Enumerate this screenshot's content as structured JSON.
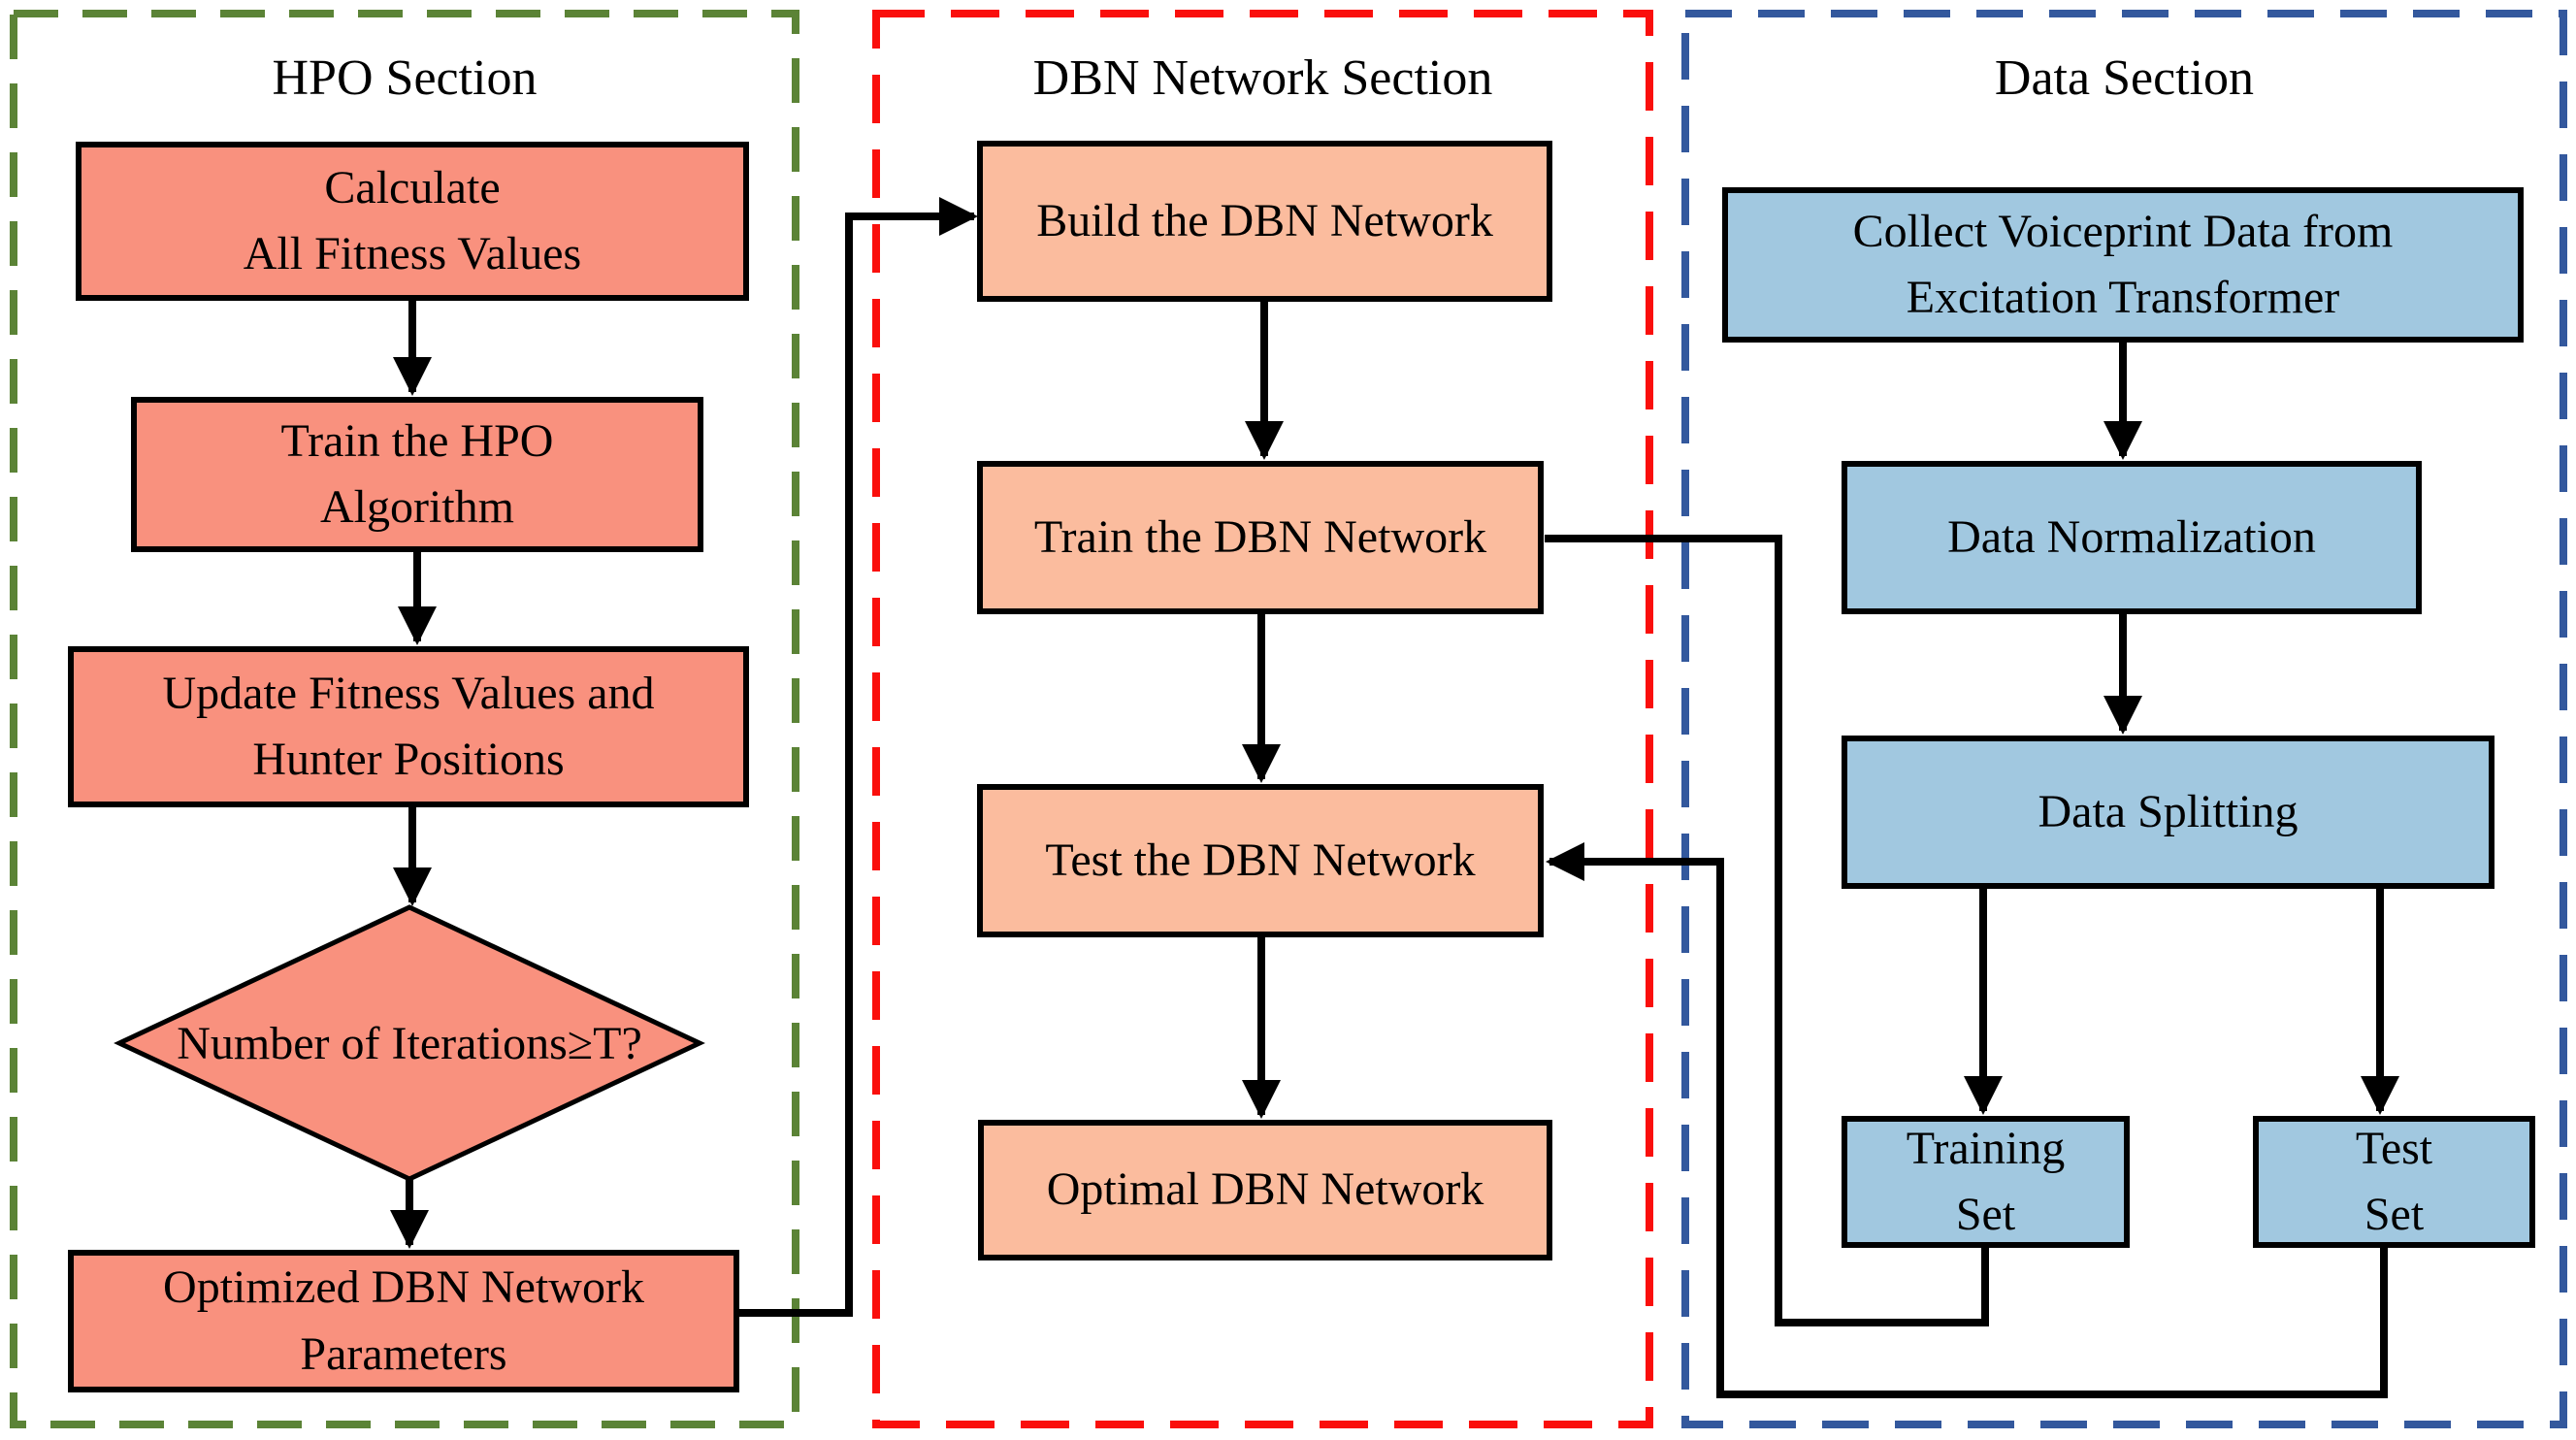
{
  "sections": {
    "hpo": {
      "title": "HPO Section"
    },
    "dbn": {
      "title": "DBN Network Section"
    },
    "data": {
      "title": "Data Section"
    }
  },
  "nodes": {
    "calculate": {
      "label": "Calculate\nAll Fitness Values"
    },
    "train_hpo": {
      "label": "Train the HPO\nAlgorithm"
    },
    "update_fitness": {
      "label": "Update Fitness Values and\nHunter Positions"
    },
    "iteration_check": {
      "label": "Number of Iterations≥T?"
    },
    "optimized_params": {
      "label": "Optimized DBN Network\nParameters"
    },
    "build_dbn": {
      "label": "Build the DBN Network"
    },
    "train_dbn": {
      "label": "Train the DBN Network"
    },
    "test_dbn": {
      "label": "Test the DBN Network"
    },
    "optimal_dbn": {
      "label": "Optimal DBN Network"
    },
    "collect": {
      "label": "Collect Voiceprint Data from\nExcitation Transformer"
    },
    "normalize": {
      "label": "Data Normalization"
    },
    "split": {
      "label": "Data Splitting"
    },
    "training_set": {
      "label": "Training\nSet"
    },
    "test_set": {
      "label": "Test\nSet"
    }
  },
  "colors": {
    "hpo_box_fill": "#F9917E",
    "dbn_box_fill": "#FBBC9E",
    "data_box_fill": "#A1C8E0",
    "hpo_border_green": "#5B8336",
    "dbn_border_red": "#FA0F0C",
    "data_border_blue": "#33589D",
    "line_black": "#000000"
  }
}
